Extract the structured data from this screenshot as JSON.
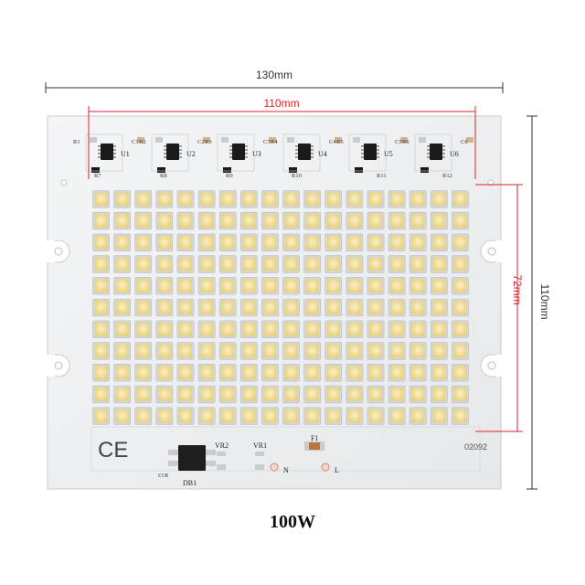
{
  "dimensions": {
    "board_width": "130mm",
    "board_height": "110mm",
    "led_area_width": "110mm",
    "led_area_height": "72mm"
  },
  "board": {
    "ic_labels": [
      "U1",
      "U2",
      "U3",
      "U4",
      "U5",
      "U6"
    ],
    "r_top_labels": [
      "R1",
      "R2",
      "R3",
      "R4",
      "R5",
      "R6"
    ],
    "c_labels": [
      "C1",
      "C2",
      "C3",
      "C4",
      "C5",
      "C6"
    ],
    "r_bottom_labels": [
      "R7",
      "R8",
      "R9",
      "R10",
      "R11",
      "R12"
    ],
    "ce_mark": "CE",
    "part_number": "02092",
    "rectifier_label": "DB1",
    "rectifier_r_label": "R13",
    "vr2_label": "VR2",
    "vr1_label": "VR1",
    "fuse_label": "F1",
    "neutral_label": "N",
    "line_label": "L",
    "led_rows": 11,
    "led_cols": 18
  },
  "power_rating": "100W",
  "colors": {
    "board": "#eef0f1",
    "dimension_line": "#333333",
    "highlight": "#d9252e",
    "led_frame": "#cfd3d6",
    "led_phosphor": "#f2df9c"
  }
}
